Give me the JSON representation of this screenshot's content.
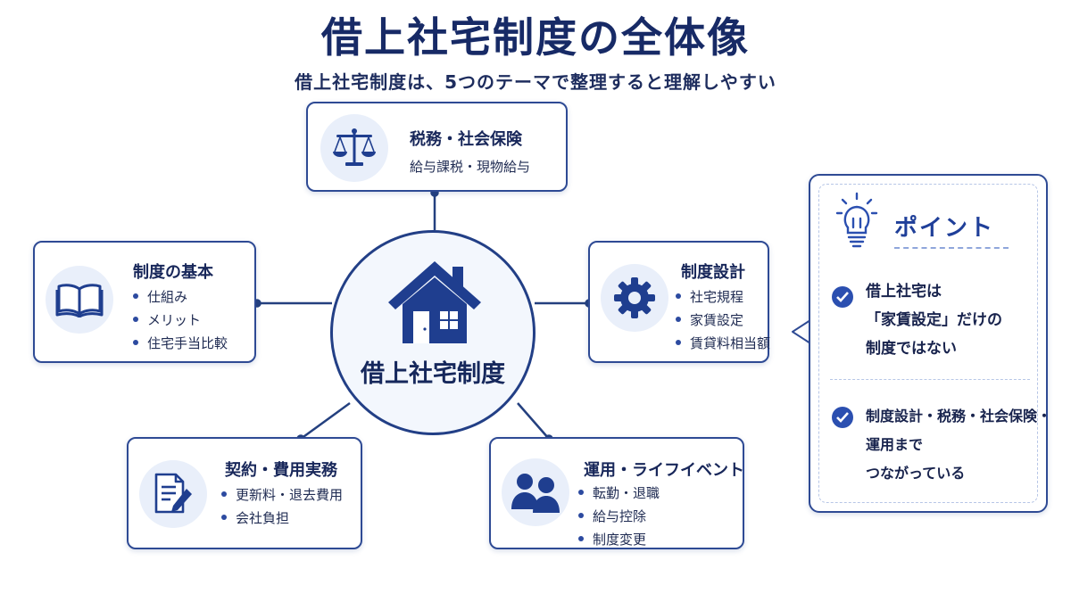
{
  "title": "借上社宅制度の全体像",
  "subtitle": "借上社宅制度は、5つのテーマで整理すると理解しやすい",
  "center": {
    "label": "借上社宅制度",
    "icon": "house-icon"
  },
  "cards": {
    "tax": {
      "title": "税務・社会保険",
      "subtitle": "給与課税・現物給与",
      "icon": "scales-icon"
    },
    "basics": {
      "title": "制度の基本",
      "items": [
        "仕組み",
        "メリット",
        "住宅手当比較"
      ],
      "icon": "book-icon"
    },
    "design": {
      "title": "制度設計",
      "items": [
        "社宅規程",
        "家賃設定",
        "賃貸料相当額"
      ],
      "icon": "gear-icon"
    },
    "contract": {
      "title": "契約・費用実務",
      "items": [
        "更新料・退去費用",
        "会社負担"
      ],
      "icon": "document-pen-icon"
    },
    "ops": {
      "title": "運用・ライフイベント",
      "items": [
        "転勤・退職",
        "給与控除",
        "制度変更"
      ],
      "icon": "people-icon"
    }
  },
  "point": {
    "title": "ポイント",
    "icon": "lightbulb-icon",
    "notes": [
      {
        "lines": [
          "借上社宅は",
          "「家賃設定」だけの",
          "制度ではない"
        ]
      },
      {
        "lines": [
          "制度設計・税務・社会保険・",
          "運用まで",
          "つながっている"
        ]
      }
    ]
  },
  "colors": {
    "navy": "#172a66",
    "accent": "#2b4fb0",
    "icon_bg": "#e9effa"
  }
}
